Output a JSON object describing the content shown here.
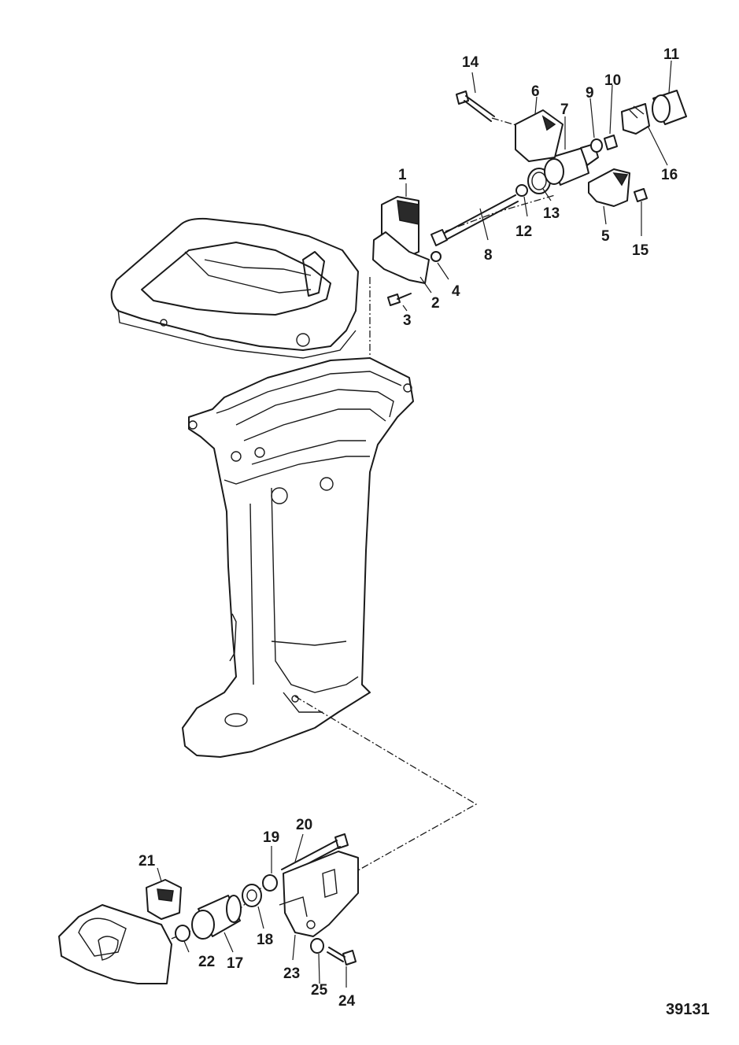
{
  "figure_number": "39131",
  "callouts": {
    "c1": "1",
    "c2": "2",
    "c3": "3",
    "c4": "4",
    "c5": "5",
    "c6": "6",
    "c7": "7",
    "c8": "8",
    "c9": "9",
    "c10": "10",
    "c11": "11",
    "c12": "12",
    "c13": "13",
    "c14": "14",
    "c15": "15",
    "c16": "16",
    "c17": "17",
    "c18": "18",
    "c19": "19",
    "c20": "20",
    "c21": "21",
    "c22": "22",
    "c23": "23",
    "c24": "24",
    "c25": "25"
  }
}
